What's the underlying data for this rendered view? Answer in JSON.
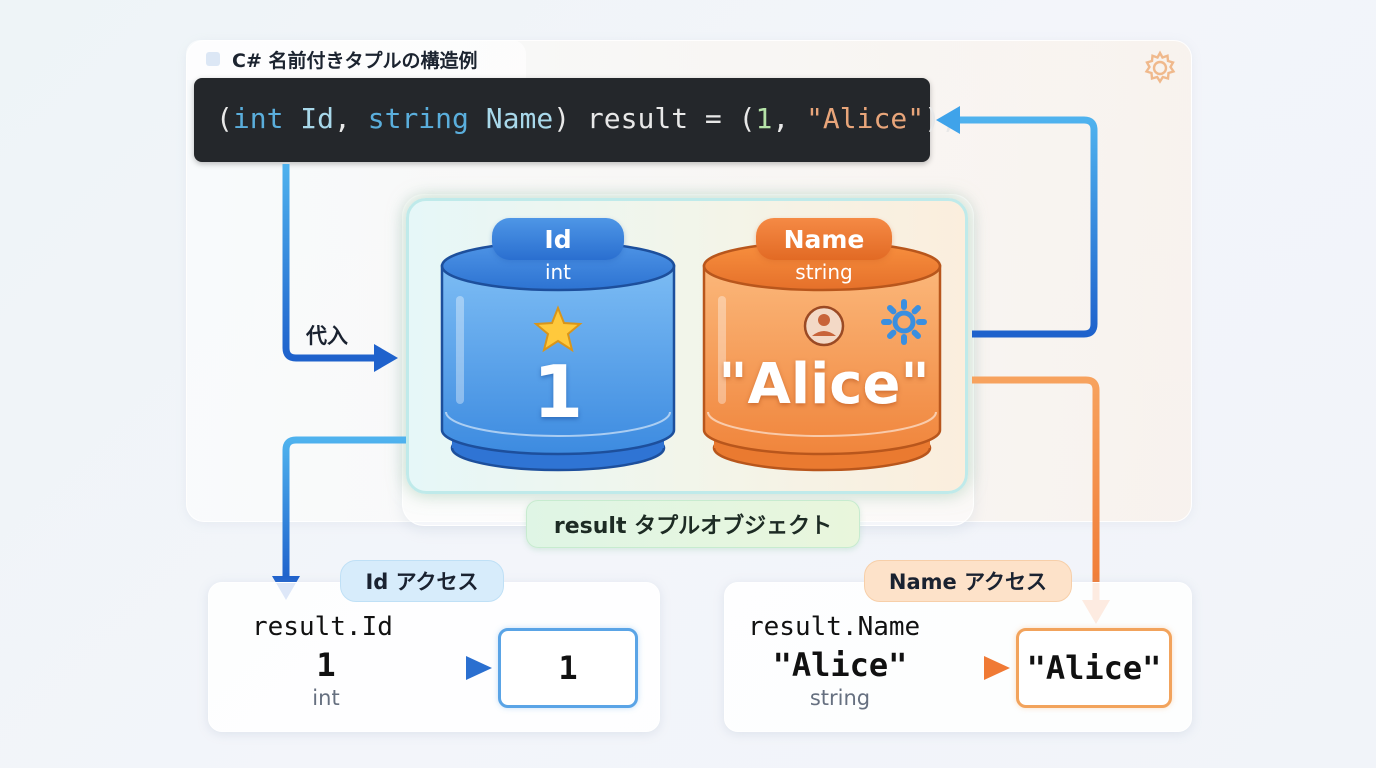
{
  "header": {
    "title": "C# 名前付きタプルの構造例",
    "settings_icon": "gear-icon"
  },
  "code": {
    "open_paren": "(",
    "type1": "int",
    "name1": "Id",
    "comma1": ", ",
    "type2": "string",
    "name2": "Name",
    "close_part": ") result = (",
    "value1": "1",
    "comma2": ", ",
    "value2": "\"Alice\"",
    "end": ");"
  },
  "assign_label": "代入",
  "tuple": {
    "label": "result タプルオブジェクト",
    "id_field": {
      "name": "Id",
      "type": "int",
      "value": "1",
      "icon": "star-icon"
    },
    "name_field": {
      "name": "Name",
      "type": "string",
      "value": "\"Alice\"",
      "icons": [
        "user-icon",
        "gear-icon"
      ]
    }
  },
  "access_id": {
    "tag": "Id アクセス",
    "expression": "result.Id",
    "value": "1",
    "type": "int",
    "output": "1"
  },
  "access_name": {
    "tag": "Name アクセス",
    "expression": "result.Name",
    "value": "\"Alice\"",
    "type": "string",
    "output": "\"Alice\""
  },
  "colors": {
    "blue": "#2a6fd0",
    "orange": "#e26a24",
    "code_bg": "#24272b"
  }
}
